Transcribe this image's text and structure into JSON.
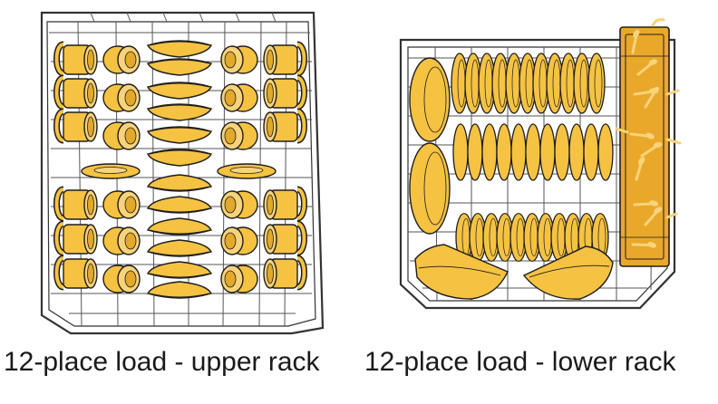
{
  "captions": {
    "upper": "12-place load - upper rack",
    "lower": "12-place load - lower rack"
  },
  "colors": {
    "dish_fill": "#F5C242",
    "dish_light": "#F8D37A",
    "dish_shade": "#E2A92A",
    "outline": "#1E1E1E",
    "rack_line": "#333333",
    "basket_fill": "#E9A829",
    "background": "#FFFFFF"
  },
  "icons": {
    "mug": "mug-icon",
    "cup": "cup-icon",
    "bowl": "bowl-icon",
    "saucer": "saucer-icon",
    "plate": "plate-icon",
    "serving_bowl": "serving-bowl-icon",
    "silverware_basket": "silverware-basket-icon",
    "utensil": "utensil-icon"
  },
  "upper_rack": {
    "mugs_per_column": 6,
    "cups_per_column": 6,
    "bowl_stacks": 2,
    "saucers": 2
  },
  "lower_rack": {
    "large_plates": 2,
    "plate_rows": 3,
    "serving_bowls": 2,
    "silverware_baskets": 1
  }
}
